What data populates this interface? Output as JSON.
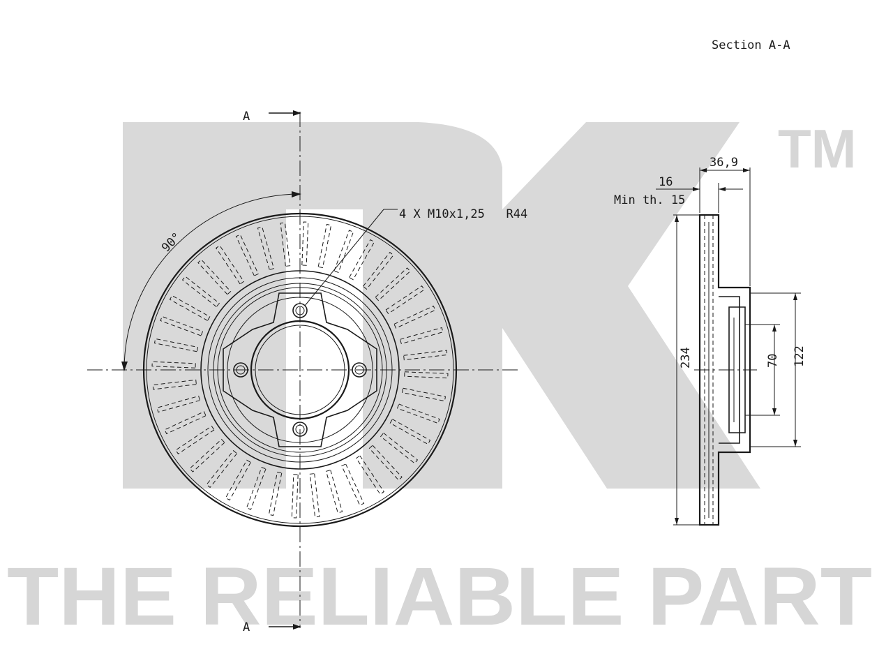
{
  "section_title": "Section A-A",
  "cut_label_top": "A",
  "cut_label_bottom": "A",
  "angle_label": "90°",
  "bolt_callout": "4 X M10x1,25   R44",
  "dimensions": {
    "total_width": "36,9",
    "disc_thickness": "16",
    "min_thickness": "Min th. 15",
    "outer_diameter": "234",
    "center_bore": "70",
    "hub_diameter": "122"
  },
  "watermark": {
    "logo": "NK",
    "trademark": "TM",
    "tagline": "THE RELIABLE PART"
  },
  "colors": {
    "line": "#1a1a1a",
    "watermark": "#d6d6d6"
  },
  "icons": [
    "vent-slot-icon",
    "bolt-hole-icon",
    "arrow-icon"
  ]
}
